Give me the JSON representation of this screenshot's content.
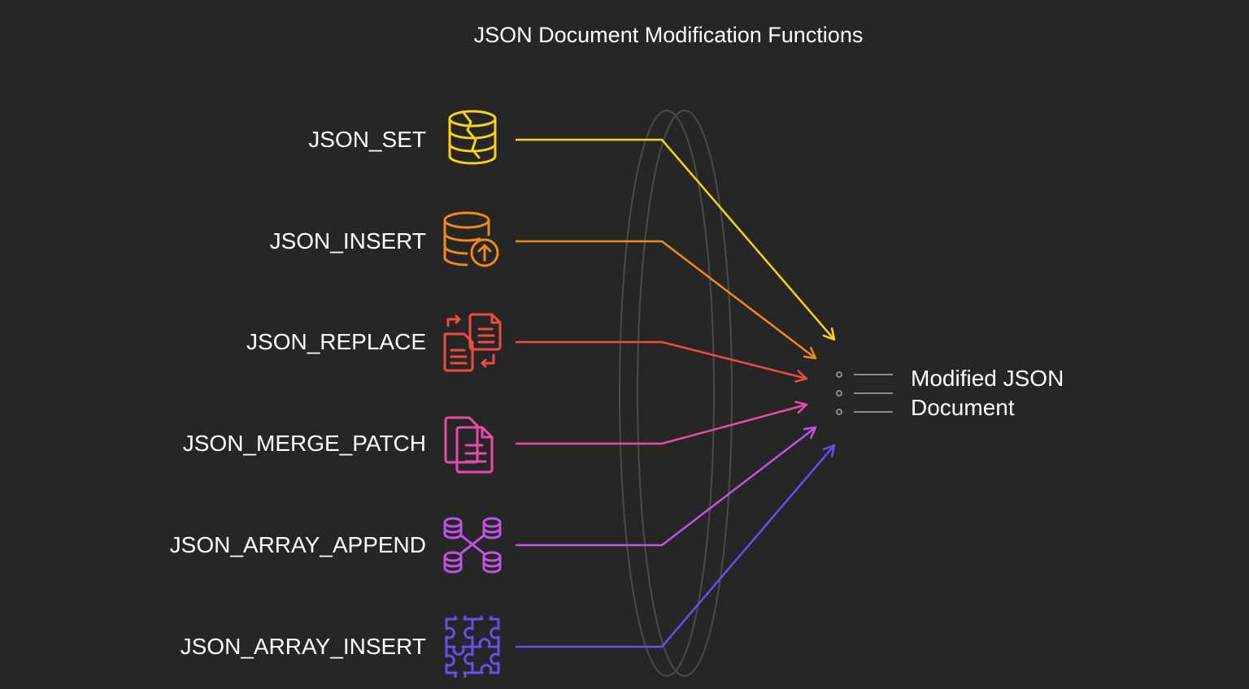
{
  "title": "JSON Document Modification Functions",
  "functions": [
    {
      "label": "JSON_SET",
      "icon": "database-split-icon",
      "color": "#f5d31b"
    },
    {
      "label": "JSON_INSERT",
      "icon": "database-upload-icon",
      "color": "#f08a1c"
    },
    {
      "label": "JSON_REPLACE",
      "icon": "document-swap-icon",
      "color": "#ef4b3f"
    },
    {
      "label": "JSON_MERGE_PATCH",
      "icon": "document-copy-icon",
      "color": "#e84ba8"
    },
    {
      "label": "JSON_ARRAY_APPEND",
      "icon": "database-network-icon",
      "color": "#c352e6"
    },
    {
      "label": "JSON_ARRAY_INSERT",
      "icon": "puzzle-icon",
      "color": "#6c4cf0"
    }
  ],
  "result": {
    "line1": "Modified JSON",
    "line2": "Document",
    "icon": "list-icon"
  }
}
